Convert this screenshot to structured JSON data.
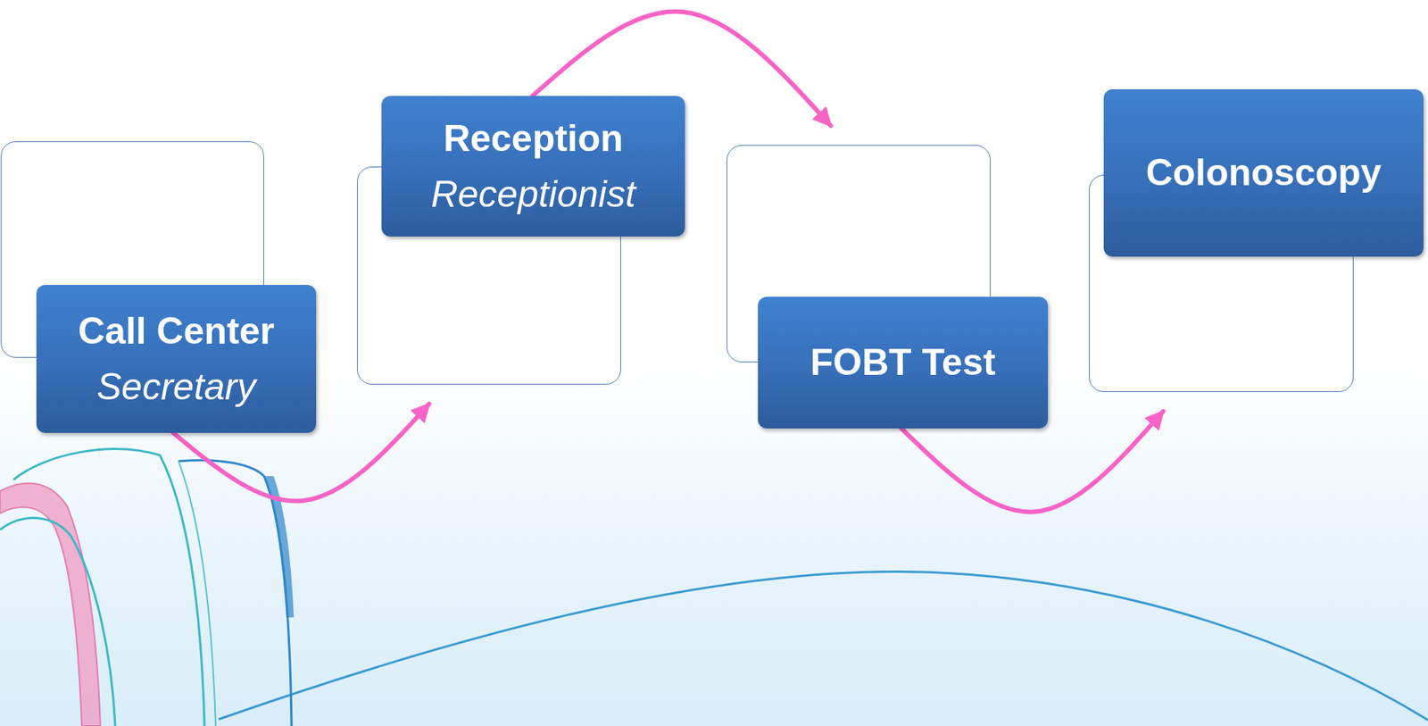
{
  "diagram": {
    "nodes": [
      {
        "text": [
          "Call Center",
          "Secretary"
        ]
      },
      {
        "text": [
          "Reception",
          "Receptionist"
        ]
      },
      {
        "text": [
          "FOBT Test"
        ]
      },
      {
        "text": [
          "Colonoscopy"
        ]
      }
    ],
    "edges": [
      {
        "from": 0,
        "to": 1,
        "arrow": "to"
      },
      {
        "from": 1,
        "to": 2,
        "arrow": "to"
      },
      {
        "from": 2,
        "to": 3,
        "arrow": "to"
      }
    ]
  }
}
